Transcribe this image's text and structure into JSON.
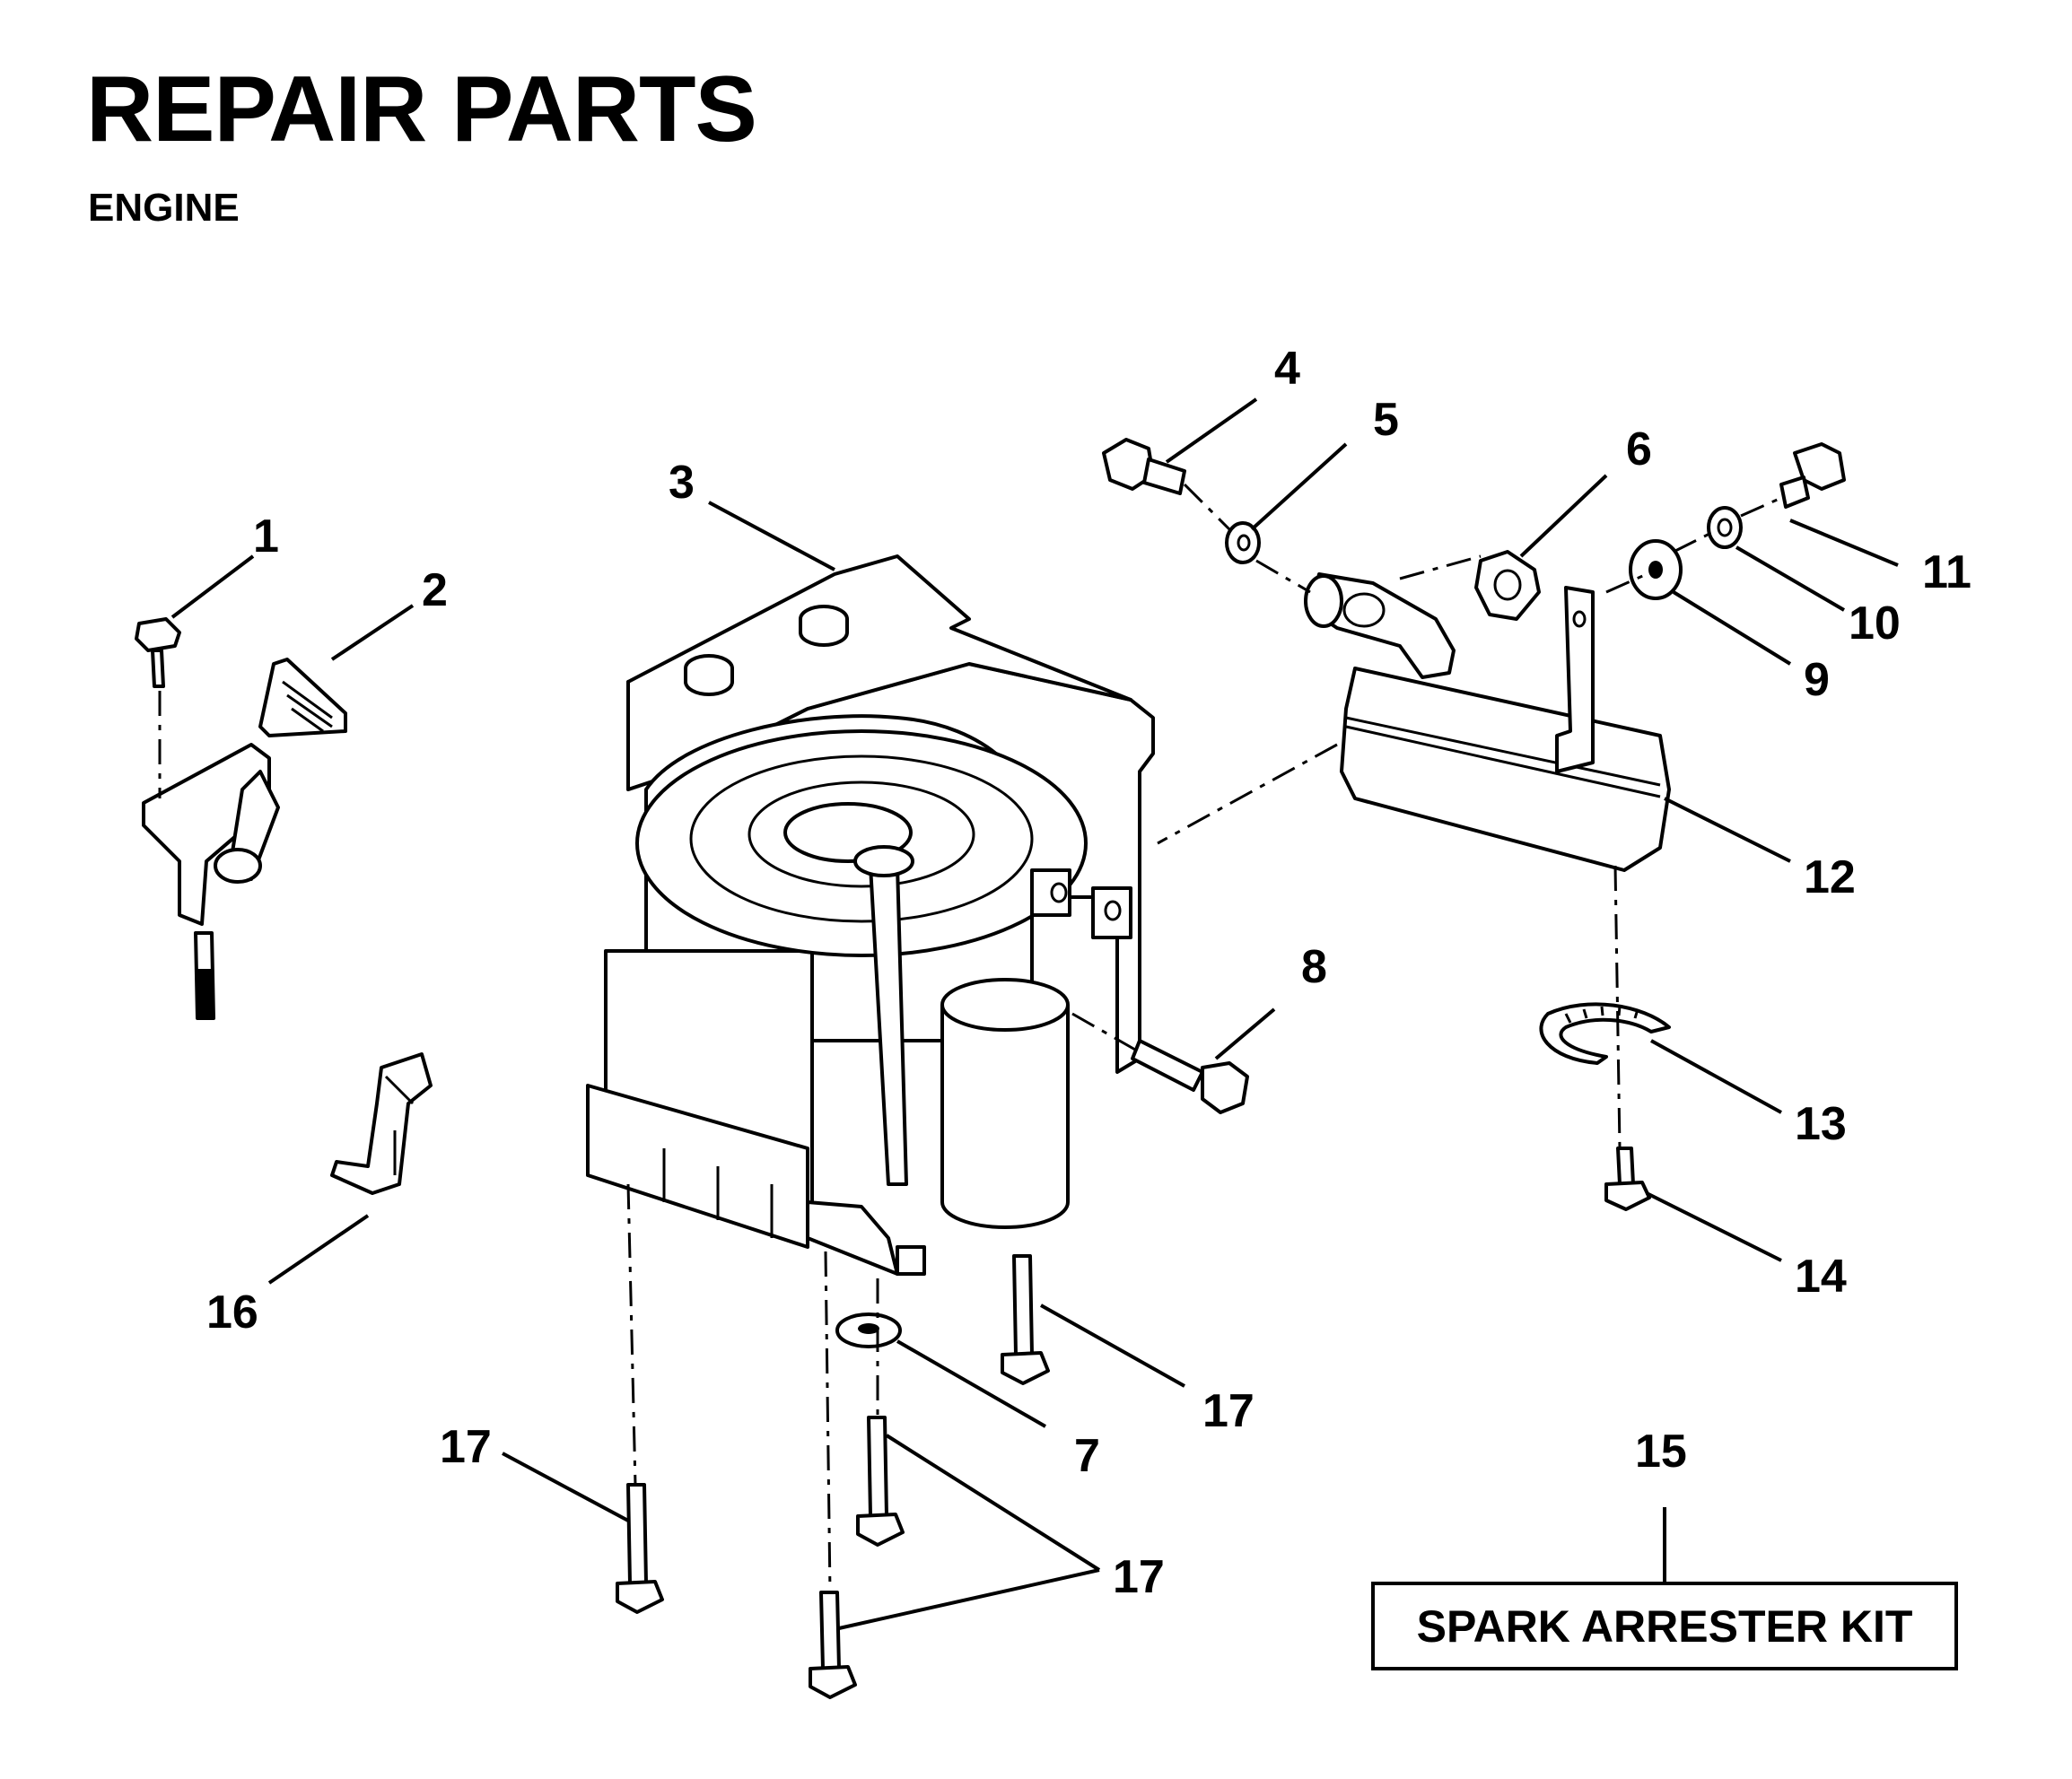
{
  "header": {
    "title": "REPAIR PARTS",
    "subtitle": "ENGINE"
  },
  "callouts": {
    "c1": "1",
    "c2": "2",
    "c3": "3",
    "c4": "4",
    "c5": "5",
    "c6": "6",
    "c7": "7",
    "c8": "8",
    "c9": "9",
    "c10": "10",
    "c11": "11",
    "c12": "12",
    "c13": "13",
    "c14": "14",
    "c15": "15",
    "c16": "16",
    "c17a": "17",
    "c17b": "17",
    "c17c": "17"
  },
  "kit": {
    "label": "SPARK ARRESTER KIT"
  }
}
